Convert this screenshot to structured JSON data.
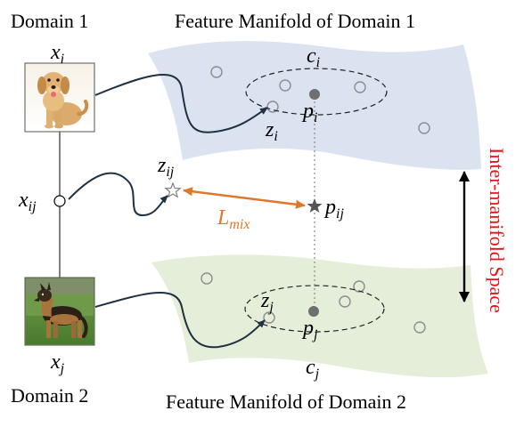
{
  "labels": {
    "domain1": "Domain 1",
    "domain2": "Domain 2",
    "manifold1_title": "Feature Manifold of Domain 1",
    "manifold2_title": "Feature Manifold of Domain 2",
    "inter_manifold": "Inter-manifold Space",
    "lmix_main": "L",
    "lmix_sub": "mix",
    "xi": {
      "main": "x",
      "sub": "i"
    },
    "xj": {
      "main": "x",
      "sub": "j"
    },
    "xij": {
      "main": "x",
      "sub": "ij"
    },
    "zi": {
      "main": "z",
      "sub": "i"
    },
    "zj": {
      "main": "z",
      "sub": "j"
    },
    "zij": {
      "main": "z",
      "sub": "ij"
    },
    "pi": {
      "main": "p",
      "sub": "i"
    },
    "pj": {
      "main": "p",
      "sub": "j"
    },
    "pij": {
      "main": "p",
      "sub": "ij"
    },
    "ci": {
      "main": "c",
      "sub": "i"
    },
    "cj": {
      "main": "c",
      "sub": "j"
    }
  },
  "colors": {
    "manifold1_fill": "#dbe3f1",
    "manifold2_fill": "#e4eed8",
    "lmix": "#e0772b",
    "inter_manifold_text": "#e0161b",
    "arrow": "#1f3142",
    "points": "#8c8c8c"
  },
  "icons": {
    "dog1": "golden-retriever-photo",
    "dog2": "german-shepherd-photo"
  }
}
